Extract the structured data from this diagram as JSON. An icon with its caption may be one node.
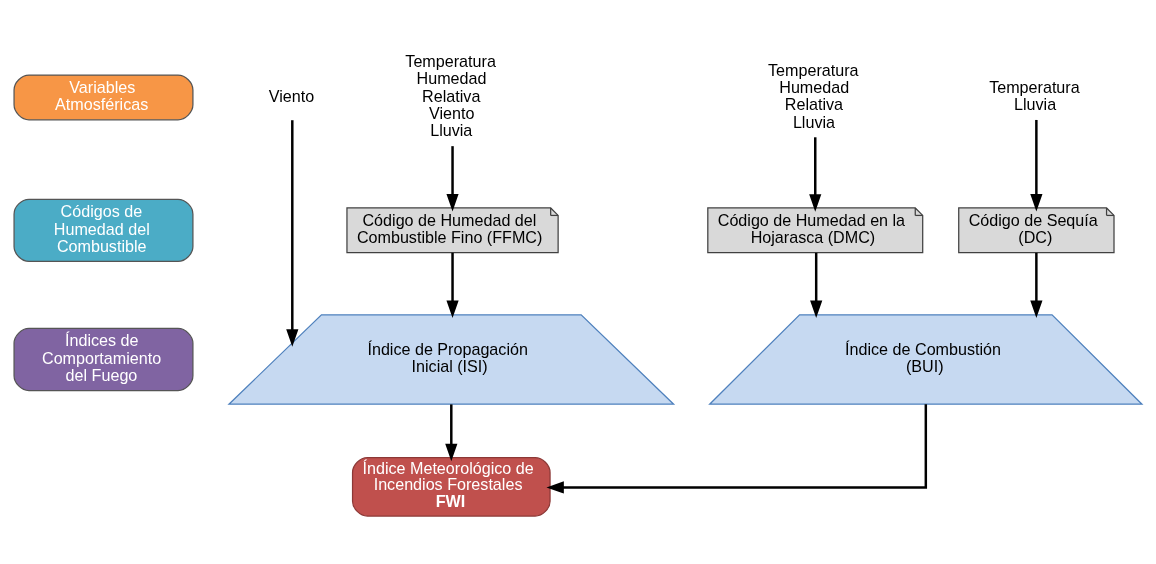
{
  "diagram": {
    "nodes": [
      {
        "text": [
          "Variables Atmosféricas"
        ]
      },
      {
        "text": [
          "Códigos de Humedad del Combustible"
        ]
      },
      {
        "text": [
          "Índices de Comportamiento del Fuego"
        ]
      },
      {
        "text": [
          "Temperatura Humedad Relativa Viento Lluvia"
        ]
      },
      {
        "text": [
          "Viento"
        ]
      },
      {
        "text": [
          "Temperatura Humedad Relativa Lluvia"
        ]
      },
      {
        "text": [
          "Temperatura Lluvia"
        ]
      },
      {
        "text": [
          "Código de Humedad del Combustible Fino (FFMC)"
        ]
      },
      {
        "text": [
          "Código de Humedad en la Hojarasca (DMC)"
        ]
      },
      {
        "text": [
          "Código de Sequía (DC)"
        ]
      },
      {
        "text": [
          "Índice de Propagación Inicial (ISI)"
        ]
      },
      {
        "text": [
          "Índice de Combustión (BUI)"
        ]
      },
      {
        "text": [
          "Índice Meteorológico de Incendios Forestales",
          "FWI"
        ]
      }
    ],
    "edges": [
      {
        "from": 3,
        "to": 7,
        "arrow": "to"
      },
      {
        "from": 5,
        "to": 8,
        "arrow": "to"
      },
      {
        "from": 6,
        "to": 9,
        "arrow": "to"
      },
      {
        "from": 4,
        "to": 10,
        "arrow": "to"
      },
      {
        "from": 7,
        "to": 10,
        "arrow": "to"
      },
      {
        "from": 8,
        "to": 11,
        "arrow": "to"
      },
      {
        "from": 9,
        "to": 11,
        "arrow": "to"
      },
      {
        "from": 10,
        "to": 12,
        "arrow": "to"
      },
      {
        "from": 11,
        "to": 12,
        "arrow": "to"
      }
    ]
  }
}
